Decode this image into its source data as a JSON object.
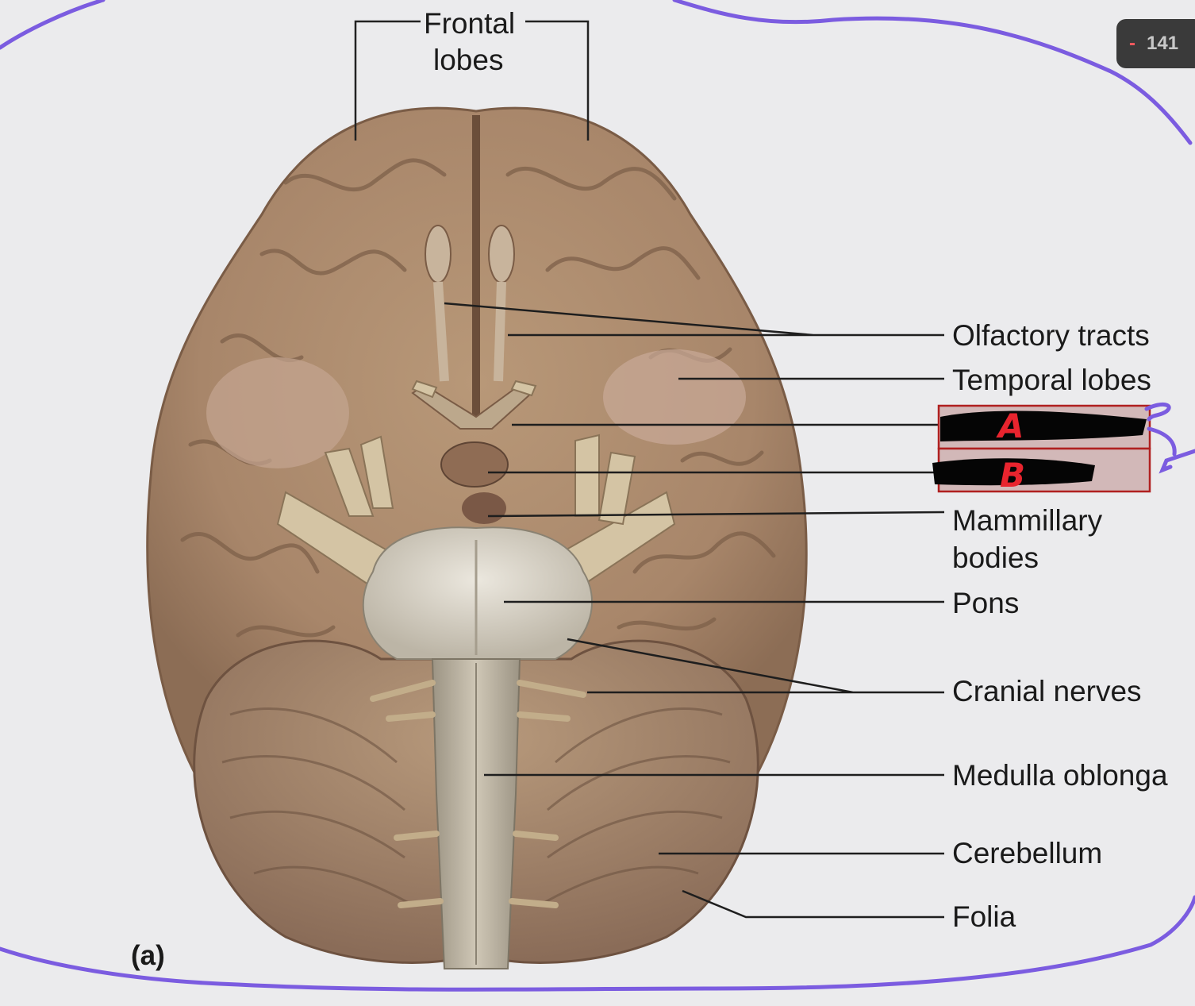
{
  "figure": {
    "panel_label": "(a)",
    "badge": {
      "sign": "-",
      "text": "141"
    }
  },
  "labels": {
    "frontal_lobes_line1": "Frontal",
    "frontal_lobes_line2": "lobes",
    "olfactory_tracts": "Olfactory tracts",
    "temporal_lobes": "Temporal lobes",
    "mammillary_line1": "Mammillary",
    "mammillary_line2": "bodies",
    "pons": "Pons",
    "cranial_nerves": "Cranial nerves",
    "medulla": "Medulla oblonga",
    "cerebellum": "Cerebellum",
    "folia": "Folia"
  },
  "annotations": {
    "hidden_label_a": "A",
    "hidden_label_b": "B",
    "pen_color": "#7b5ce0",
    "mark_color": "#e8242e",
    "box_fill": "#d2b8b8",
    "box_stroke": "#b02020"
  }
}
